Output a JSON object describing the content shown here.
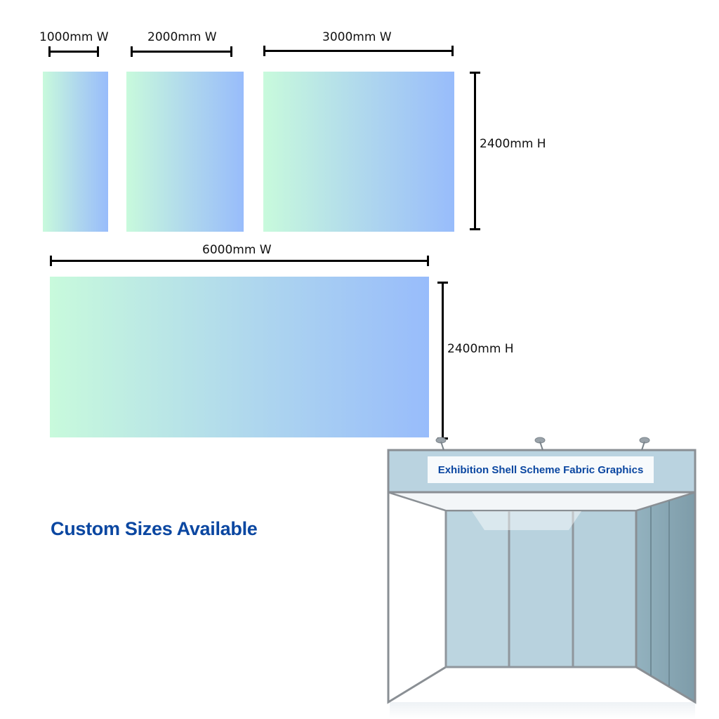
{
  "dimensions": {
    "w1000": "1000mm W",
    "w2000": "2000mm W",
    "w3000": "3000mm W",
    "w6000": "6000mm W",
    "h_top": "2400mm H",
    "h_bottom": "2400mm H"
  },
  "custom_sizes": "Custom Sizes Available",
  "booth": {
    "sign_text": "Exhibition Shell Scheme Fabric Graphics"
  },
  "colors": {
    "accent_blue": "#0b47a1",
    "gradient_start": "#c8fadc",
    "gradient_end": "#98bcfb"
  }
}
